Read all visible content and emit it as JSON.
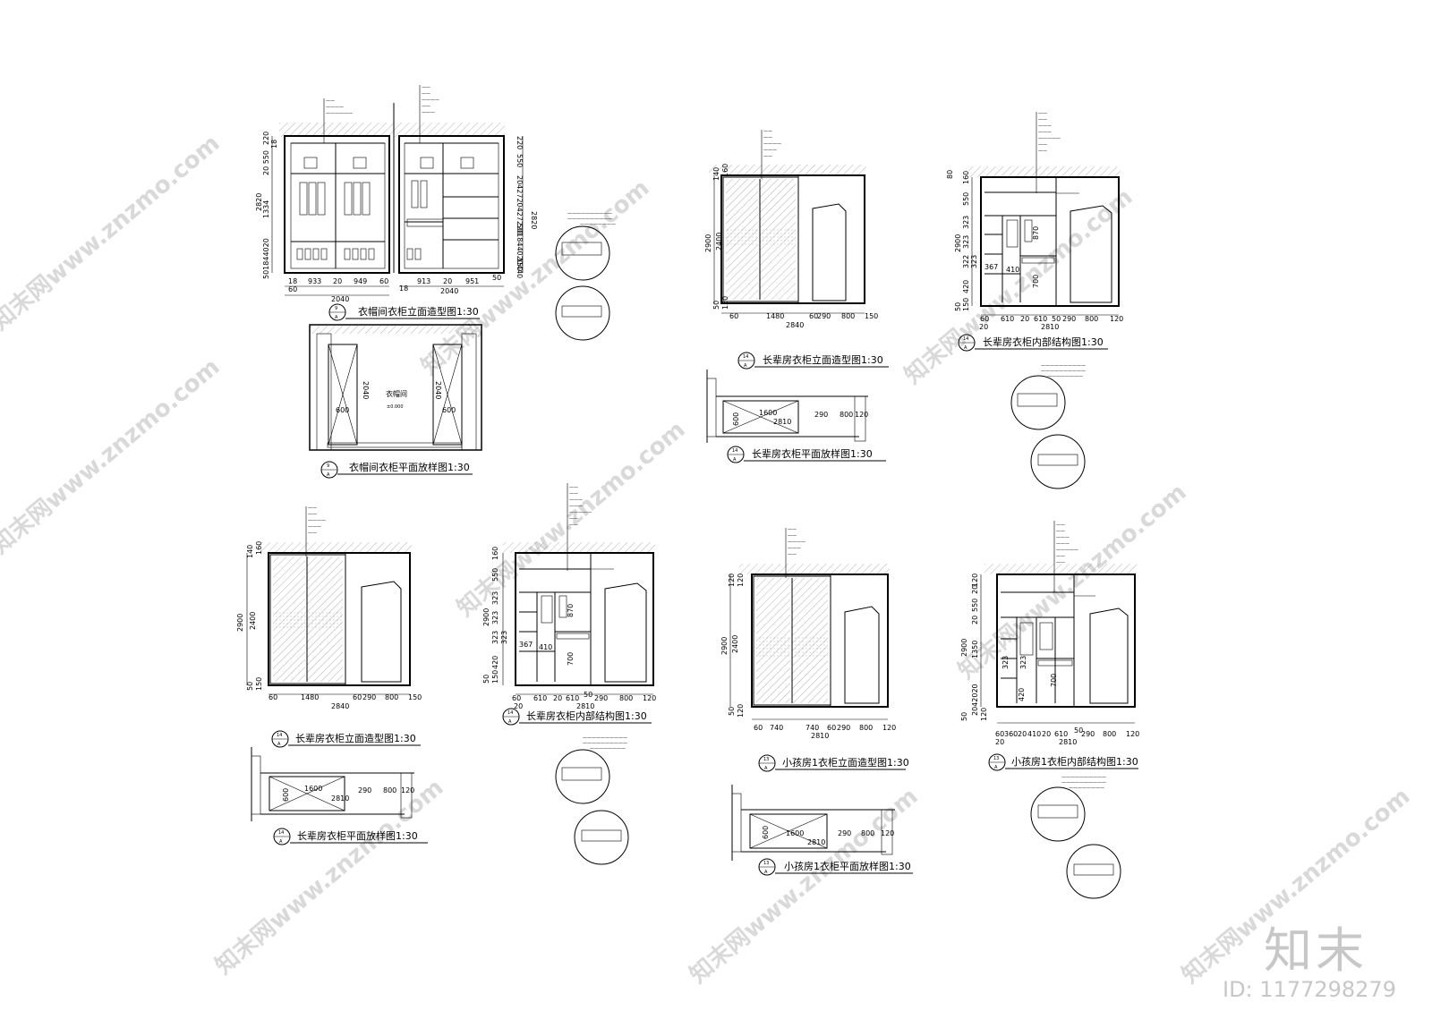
{
  "drawings": {
    "d9_elev": {
      "title": "衣帽间衣柜立面造型图1:30",
      "tag_top": "9",
      "tag_bot": "A",
      "dims_bottom": [
        "18",
        "933",
        "20",
        "949",
        "60",
        "913",
        "20",
        "951",
        "50",
        "18"
      ],
      "dims_total": [
        "2040",
        "2040"
      ],
      "dim_60": "60",
      "dims_left": [
        "2820",
        "220",
        "18",
        "20 550",
        "1334",
        "501844020"
      ],
      "dims_right": [
        "2820",
        "220",
        "550",
        "2042720427220",
        "150",
        "501844020440"
      ]
    },
    "d9_plan": {
      "title": "衣帽间衣柜平面放样图1:30",
      "tag_top": "9",
      "tag_bot": "A",
      "room": "衣帽间",
      "level": "±0.000",
      "dims": [
        "600",
        "2040",
        "2040",
        "600"
      ]
    },
    "d14_elev_a": {
      "title": "长辈房衣柜立面造型图1:30",
      "tag_top": "14",
      "tag_bot": "A",
      "dims_bottom": [
        "60",
        "1480",
        "60",
        "290",
        "800",
        "150"
      ],
      "total": "2840",
      "dims_left": [
        "140",
        "160",
        "2900",
        "2400",
        "50",
        "150"
      ]
    },
    "d14_int_a": {
      "title": "长辈房衣柜内部结构图1:30",
      "tag_top": "14",
      "tag_bot": "A",
      "dims_bottom": [
        "60",
        "20",
        "610",
        "20",
        "610",
        "50",
        "290",
        "800",
        "120"
      ],
      "total": "2810",
      "dims_left": [
        "160",
        "550",
        "323",
        "323",
        "322",
        "323",
        "420",
        "2900",
        "50",
        "150",
        "80"
      ],
      "labels": [
        "367",
        "410",
        "870",
        "700"
      ]
    },
    "d14_plan_a": {
      "title": "长辈房衣柜平面放样图1:30",
      "tag_top": "14",
      "tag_bot": "A",
      "dims": [
        "1600",
        "600",
        "2810",
        "290",
        "800",
        "120"
      ]
    },
    "d14_elev_b": {
      "title": "长辈房衣柜立面造型图1:30",
      "tag_top": "14",
      "tag_bot": "A",
      "dims_bottom": [
        "60",
        "1480",
        "60",
        "290",
        "800",
        "150"
      ],
      "total": "2840",
      "dims_left": [
        "140",
        "160",
        "2900",
        "2400",
        "50",
        "150"
      ]
    },
    "d14_int_b": {
      "title": "长辈房衣柜内部结构图1:30",
      "tag_top": "14",
      "tag_bot": "A",
      "dims_bottom": [
        "60",
        "20",
        "610",
        "20",
        "610",
        "50",
        "290",
        "800",
        "120"
      ],
      "total": "2810",
      "dims_left": [
        "160",
        "550",
        "323",
        "323",
        "323",
        "323",
        "420",
        "2900",
        "50",
        "150"
      ],
      "labels": [
        "367",
        "410",
        "870",
        "700"
      ]
    },
    "d14_plan_b": {
      "title": "长辈房衣柜平面放样图1:30",
      "tag_top": "14",
      "tag_bot": "A",
      "dims": [
        "1600",
        "600",
        "2810",
        "290",
        "800",
        "120"
      ]
    },
    "d13_elev": {
      "title": "小孩房1衣柜立面造型图1:30",
      "tag_top": "13",
      "tag_bot": "A",
      "dims_bottom": [
        "60",
        "740",
        "740",
        "60",
        "290",
        "800",
        "120"
      ],
      "total": "2810",
      "dims_left": [
        "120",
        "120",
        "2900",
        "2400",
        "50",
        "120"
      ]
    },
    "d13_int": {
      "title": "小孩房1衣柜内部结构图1:30",
      "tag_top": "13",
      "tag_bot": "A",
      "dims_bottom": [
        "60",
        "360",
        "20",
        "410",
        "20",
        "610",
        "50",
        "290",
        "800",
        "120"
      ],
      "total": "2810",
      "dim_20": "20",
      "dims_left": [
        "120",
        "20",
        "550",
        "20",
        "1350",
        "2900",
        "50",
        "2042020",
        "120"
      ],
      "labels": [
        "323",
        "323",
        "420",
        "700"
      ]
    },
    "d13_plan": {
      "title": "小孩房1衣柜平面放样图1:30",
      "tag_top": "13",
      "tag_bot": "A",
      "dims": [
        "1600",
        "600",
        "2810",
        "290",
        "800",
        "120"
      ]
    }
  },
  "watermarks": [
    "知末网www.znzmo.com"
  ],
  "brand": {
    "logo": "知末",
    "id": "ID: 1177298279"
  }
}
